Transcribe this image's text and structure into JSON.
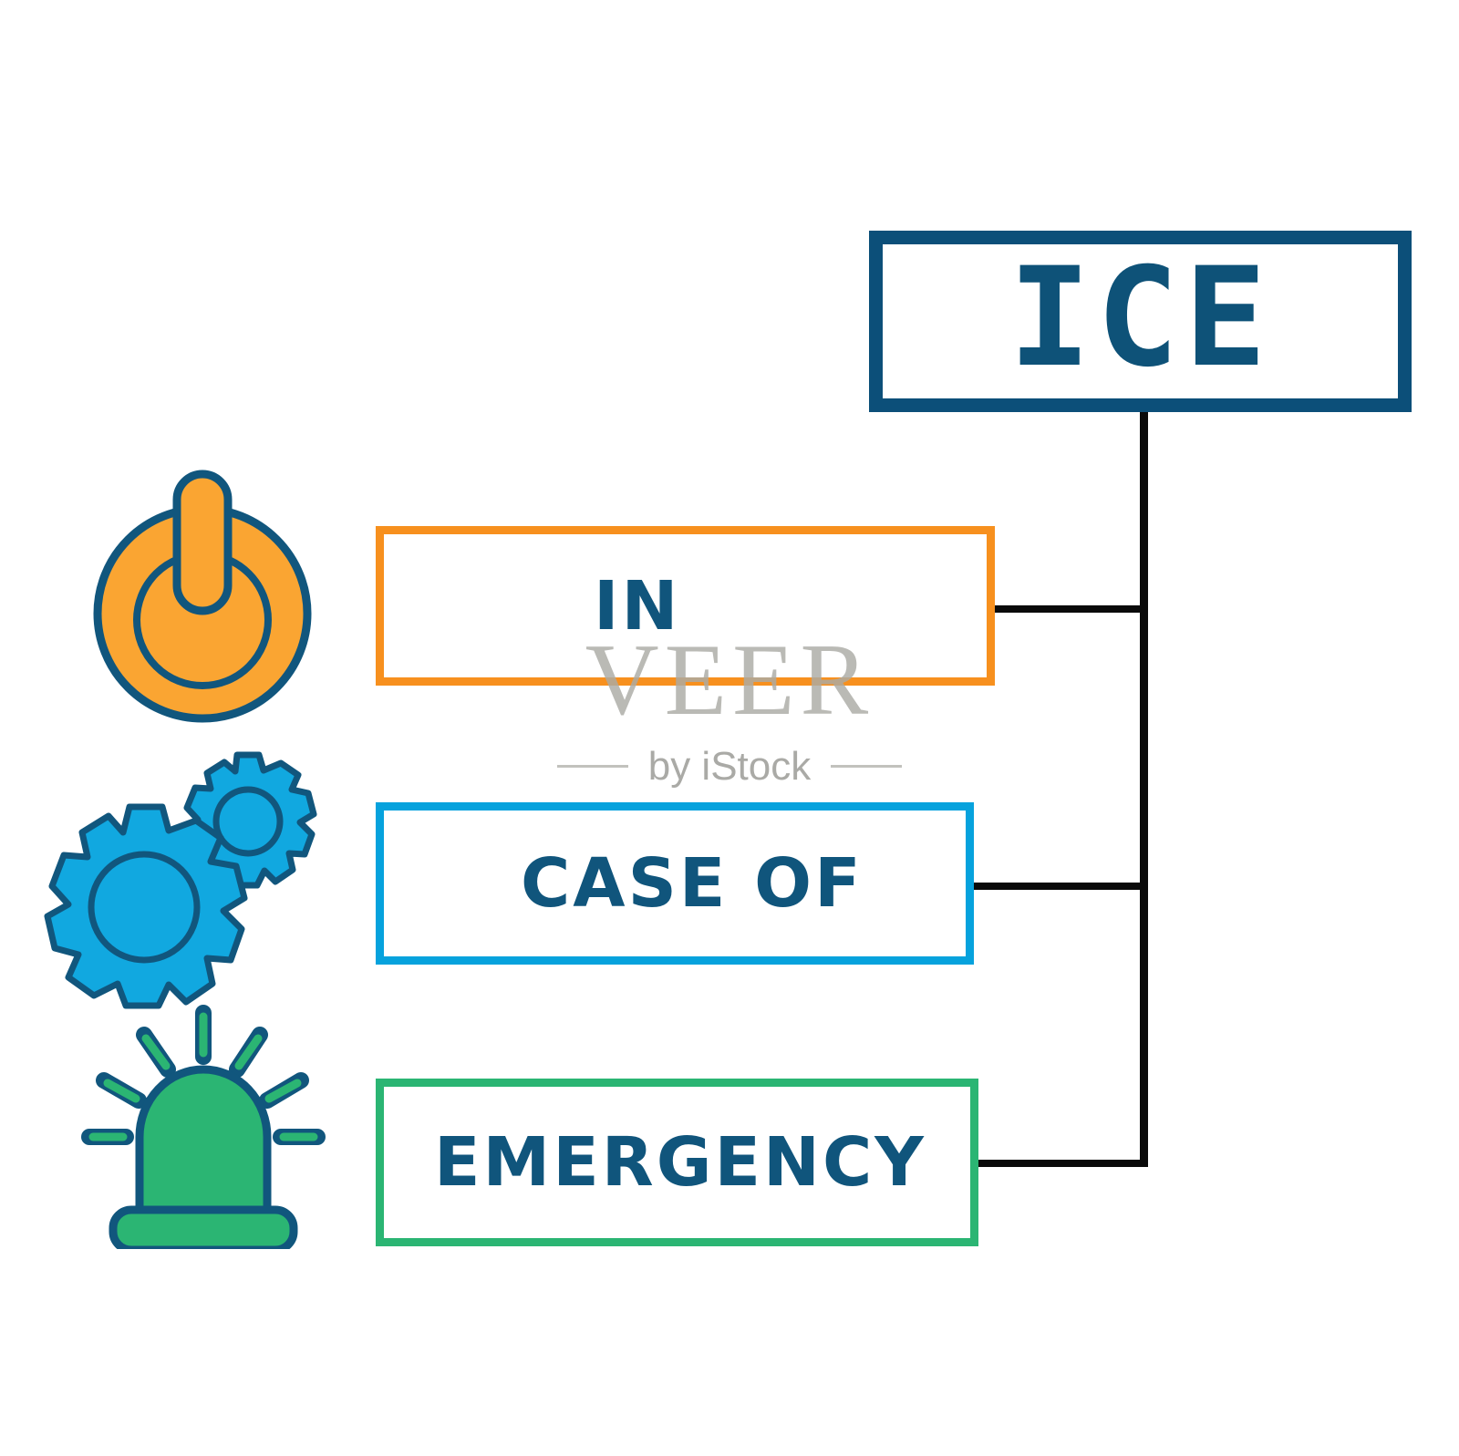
{
  "acronym": {
    "title": "ICE",
    "border_color": "#0c4f79",
    "text_color": "#0e5278"
  },
  "rows": [
    {
      "word": "IN",
      "icon": "power-button-icon",
      "accent_color": "#f7901e"
    },
    {
      "word": "CASE OF",
      "icon": "gears-icon",
      "accent_color": "#06a2dd"
    },
    {
      "word": "EMERGENCY",
      "icon": "siren-icon",
      "accent_color": "#2bb573"
    }
  ],
  "connector_color": "#0a0a0a",
  "watermark": {
    "main": "VEER",
    "sub": "by iStock"
  }
}
